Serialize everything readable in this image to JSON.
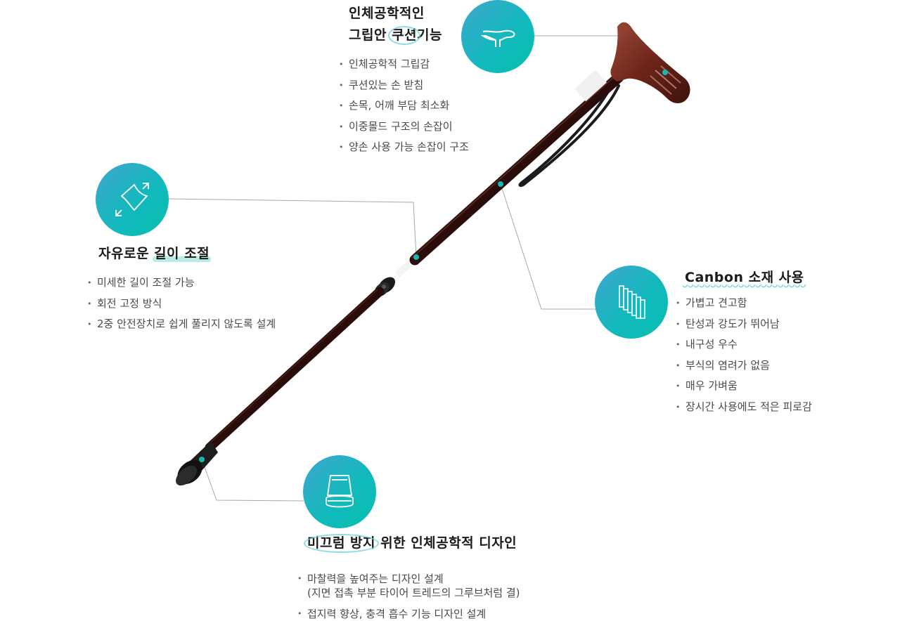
{
  "colors": {
    "circle_gradient_start": "#3fa6cf",
    "circle_gradient_end": "#06bfae",
    "highlight": "#7fdad3",
    "cane_body": "#2b0e0c",
    "handle": "#7a2e22",
    "leader_line": "#9a9a9a"
  },
  "grip": {
    "icon": "cushion-grip-icon",
    "title_line1": "인체공학적인",
    "title_line2_pre": "그립안 ",
    "title_line2_highlight": "쿠션",
    "title_line2_post": "기능",
    "bullets": [
      "인체공학적 그립감",
      "쿠션있는 손 받침",
      "손목, 어깨 부담 최소화",
      "이중몰드 구조의 손잡이",
      "양손 사용 가능 손잡이 구조"
    ]
  },
  "length": {
    "icon": "adjust-length-icon",
    "title_pre": "자유로운 ",
    "title_highlight": "길이 조절",
    "bullets": [
      "미세한 길이 조절 가능",
      "회전 고정 방식",
      "2중 안전장치로 쉽게 풀리지 않도록 설계"
    ]
  },
  "carbon": {
    "icon": "carbon-fiber-icon",
    "title": "Canbon 소재 사용",
    "bullets": [
      "가볍고 견고함",
      "탄성과 강도가 뛰어남",
      "내구성 우수",
      "부식의 염려가 없음",
      "매우 가벼움",
      "장시간 사용에도 적은 피로감"
    ]
  },
  "tip": {
    "icon": "rubber-tip-icon",
    "title_highlight": "미끄럼 방지",
    "title_post": " 위한 인체공학적 디자인",
    "bullet1_line1": "마찰력을 높여주는 디자인 설계",
    "bullet1_line2": "(지면 접촉 부분 타이어 트레드의 그루브처럼 결)",
    "bullet2": "접지력 향상, 충격 흡수 기능 디자인 설계"
  }
}
